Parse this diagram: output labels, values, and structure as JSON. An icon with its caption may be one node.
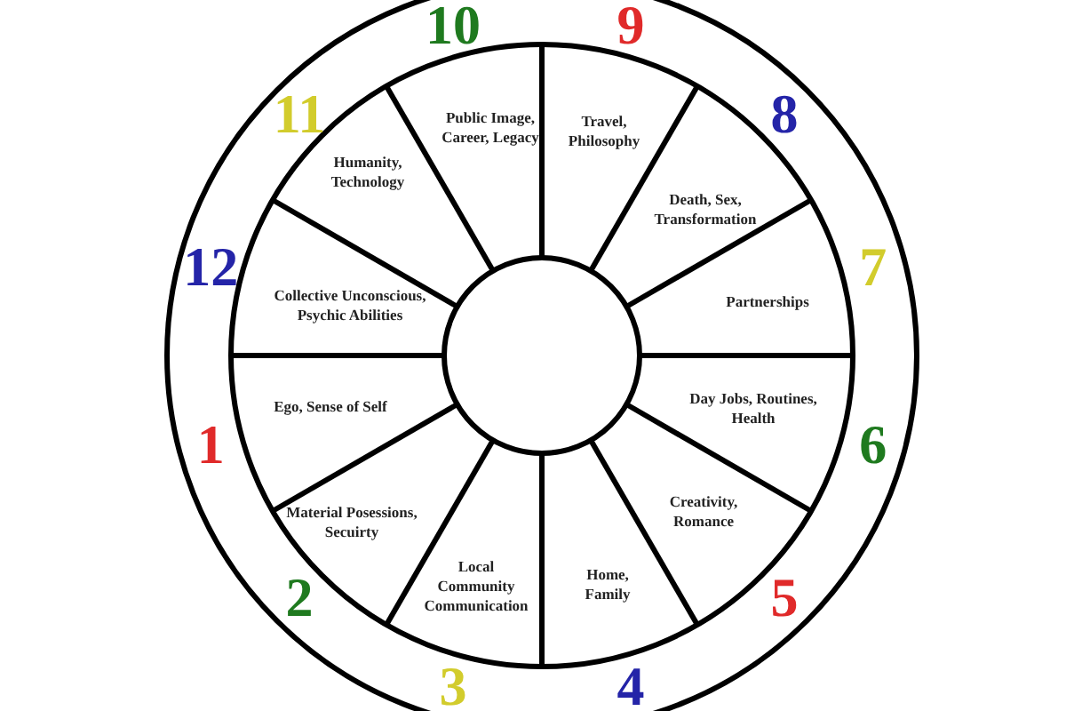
{
  "diagram": {
    "nodes": [
      {
        "text": [
          "Public Image, Career, Legacy"
        ],
        "beside": [
          "10"
        ]
      },
      {
        "text": [
          "Travel, Philosophy"
        ],
        "beside": [
          "9"
        ]
      },
      {
        "text": [
          "Humanity, Technology"
        ],
        "beside": [
          "11"
        ]
      },
      {
        "text": [
          "Death, Sex, Transformation"
        ],
        "beside": [
          "8"
        ]
      },
      {
        "text": [
          "Collective Unconscious, Psychic Abilities"
        ],
        "beside": [
          "12"
        ]
      },
      {
        "text": [
          "Partnerships"
        ],
        "beside": [
          "7"
        ]
      },
      {
        "text": [
          "Ego, Sense of Self"
        ],
        "beside": [
          "1"
        ]
      },
      {
        "text": [
          "Day Jobs, Routines, Health"
        ],
        "beside": [
          "6"
        ]
      },
      {
        "text": [
          "Material Posessions, Secuirty"
        ],
        "beside": [
          "2"
        ]
      },
      {
        "text": [
          "Creativity, Romance"
        ],
        "beside": [
          "5"
        ]
      },
      {
        "text": [
          "Local Community Communication"
        ],
        "beside": [
          "3"
        ]
      },
      {
        "text": [
          "Home, Family"
        ],
        "beside": [
          "4"
        ]
      }
    ]
  }
}
